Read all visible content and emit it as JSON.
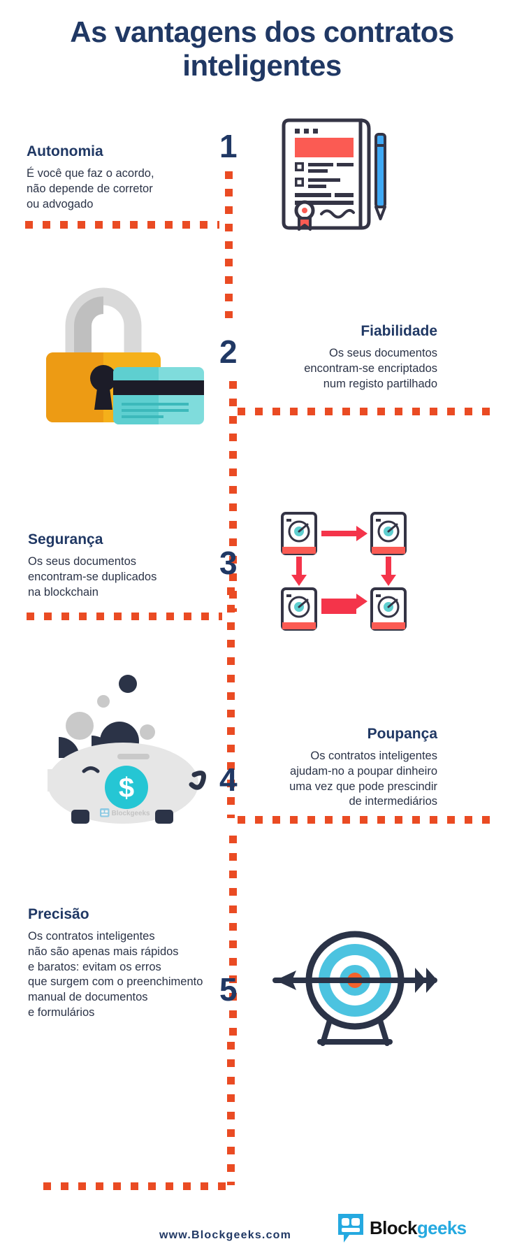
{
  "title": "As vantagens dos contratos inteligentes",
  "colors": {
    "navy": "#203864",
    "orange": "#ea4b23",
    "body_text": "#2b3347",
    "cyan": "#25a9e0",
    "teal": "#5ecfd0",
    "yellow": "#f5b01a",
    "coral": "#fb5b53",
    "dark": "#343445"
  },
  "steps": [
    {
      "number": "1",
      "heading": "Autonomia",
      "body": "É você que faz o acordo,\nnão depende de corretor\nou advogado",
      "align": "left",
      "illustration": "contract-document-icon"
    },
    {
      "number": "2",
      "heading": "Fiabilidade",
      "body": "Os seus documentos\nencontram-se encriptados\nnum registo partilhado",
      "align": "right",
      "illustration": "padlock-credit-card-icon"
    },
    {
      "number": "3",
      "heading": "Segurança",
      "body": "Os seus documentos\nencontram-se duplicados\nna blockchain",
      "align": "left",
      "illustration": "server-replication-icon"
    },
    {
      "number": "4",
      "heading": "Poupança",
      "body": "Os contratos inteligentes\najudam-no a poupar dinheiro\numa vez que pode prescindir\nde intermediários",
      "align": "right",
      "illustration": "piggy-bank-icon"
    },
    {
      "number": "5",
      "heading": "Precisão",
      "body": "Os contratos inteligentes\nnão são apenas mais rápidos\ne baratos: evitam os erros\nque surgem com o preenchimento\nmanual de documentos\ne formulários",
      "align": "left",
      "illustration": "target-bullseye-arrow-icon"
    }
  ],
  "footer": {
    "url": "www.Blockgeeks.com",
    "logo_text_dark": "Block",
    "logo_text_accent": "geeks",
    "logo_icon": "blockgeeks-speech-bubble-icon"
  },
  "piggy_label": "Blockgeeks",
  "coin_symbol": "$"
}
